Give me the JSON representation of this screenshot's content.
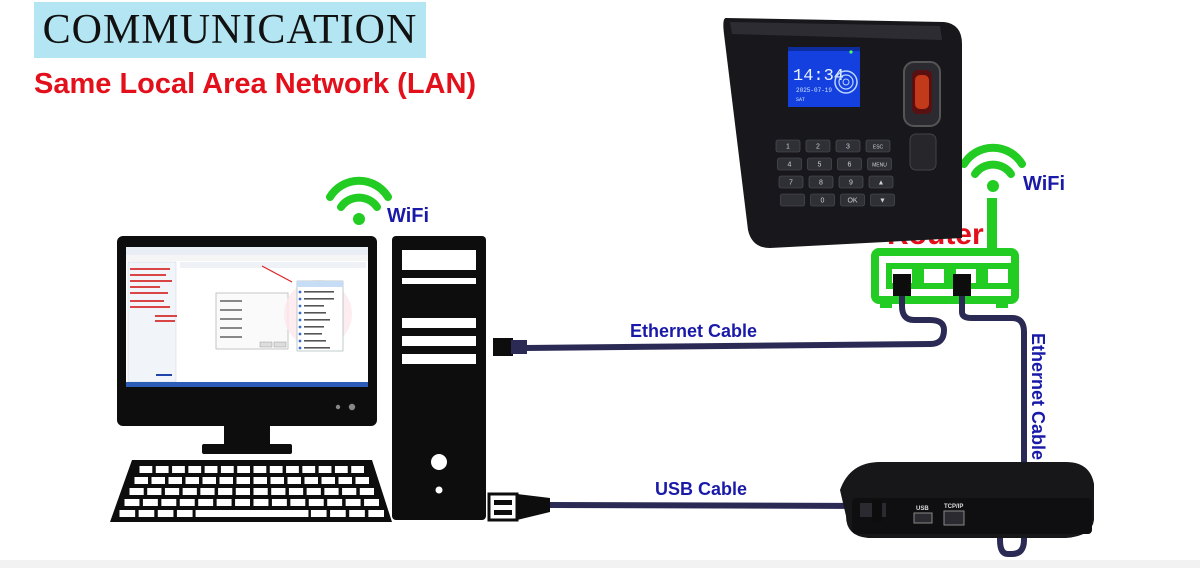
{
  "header": {
    "title": "COMMUNICATION",
    "subtitle": "Same Local Area Network (LAN)"
  },
  "labels": {
    "wifi_pc": "WiFi",
    "wifi_router": "WiFi",
    "router": "Router",
    "ethernet_cable_h": "Ethernet Cable",
    "ethernet_cable_v": "Ethernet Cable",
    "usb_cable": "USB Cable"
  },
  "device": {
    "clock_time": "14:34",
    "clock_date": "2025-07-19",
    "clock_day": "SAT",
    "keypad": [
      "1",
      "2",
      "3",
      "ESC",
      "4",
      "5",
      "6",
      "MENU",
      "7",
      "8",
      "9",
      "▲",
      "",
      "0",
      "OK",
      "▼"
    ],
    "port_labels": [
      "USB",
      "TCP/IP"
    ]
  },
  "colors": {
    "title_bg": "#b3e5f2",
    "subtitle": "#e3101c",
    "wifi_green": "#22cc22",
    "router_label": "#e3101c",
    "cable_label": "#1a1aa8",
    "cable": "#2a2a55",
    "device_body": "#1a1a1e",
    "clock_screen": "#1540e0"
  }
}
